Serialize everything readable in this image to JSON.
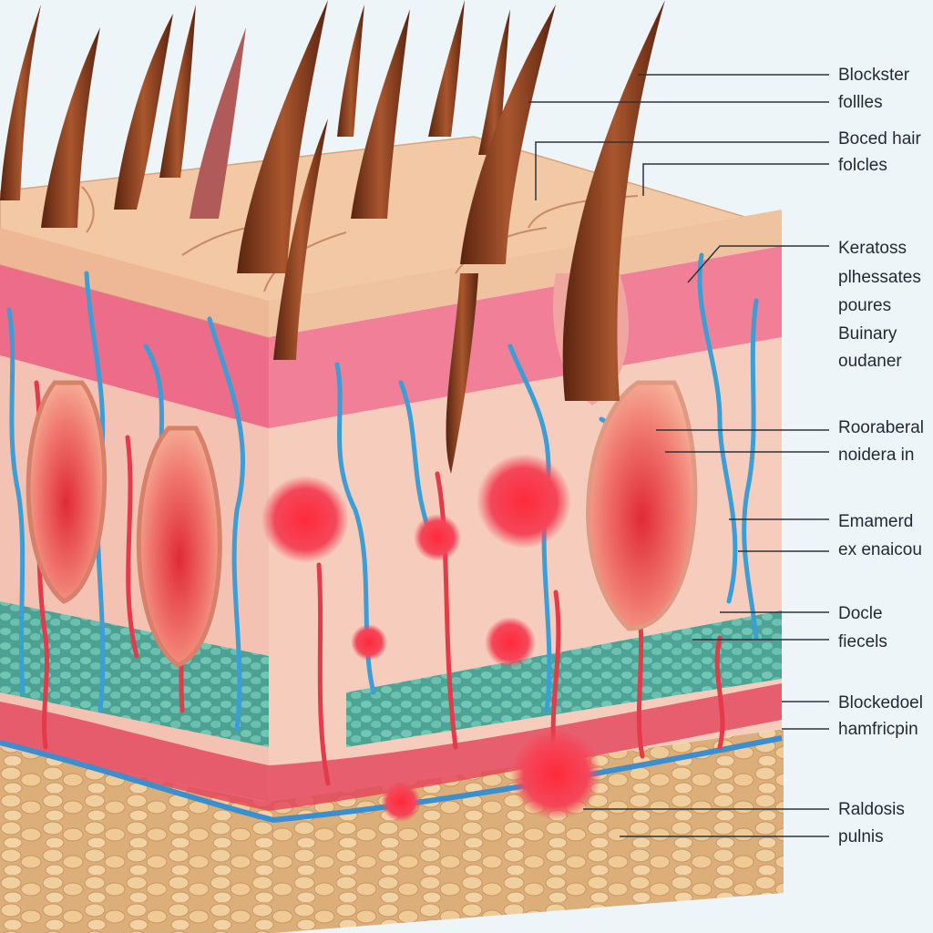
{
  "labels": [
    {
      "id": "blockster-follicles",
      "lines": [
        "Blockster",
        "follles"
      ]
    },
    {
      "id": "boced-hair-folcles",
      "lines": [
        "Boced hair",
        "folcles"
      ]
    },
    {
      "id": "keratosis-pores",
      "lines": [
        "Keratoss",
        "plhessates",
        "poures",
        "Buinary",
        "oudaner"
      ]
    },
    {
      "id": "rooraberal-noidera",
      "lines": [
        "Rooraberal",
        "noidera in"
      ]
    },
    {
      "id": "emamerd-ex-enaicou",
      "lines": [
        "Emamerd",
        "ex enaicou"
      ]
    },
    {
      "id": "docle-fiecels",
      "lines": [
        "Docle",
        "fiecels"
      ]
    },
    {
      "id": "blockedoel-hamfricpin",
      "lines": [
        "Blockedoel",
        "hamfricpin"
      ]
    },
    {
      "id": "raldosis-pulnis",
      "lines": [
        "Raldosis",
        "pulnis"
      ]
    }
  ],
  "colors": {
    "background": "#eef5f8",
    "epidermis": "#f1c9a6",
    "dermis": "#f6c7b9",
    "band": "#e8557a",
    "hair": "#7a3a1c",
    "vessel_blue": "#3a9fd6",
    "vessel_red": "#e43a4a",
    "fat": "#e6c08e",
    "teal_cells": "#3fb3a3"
  }
}
